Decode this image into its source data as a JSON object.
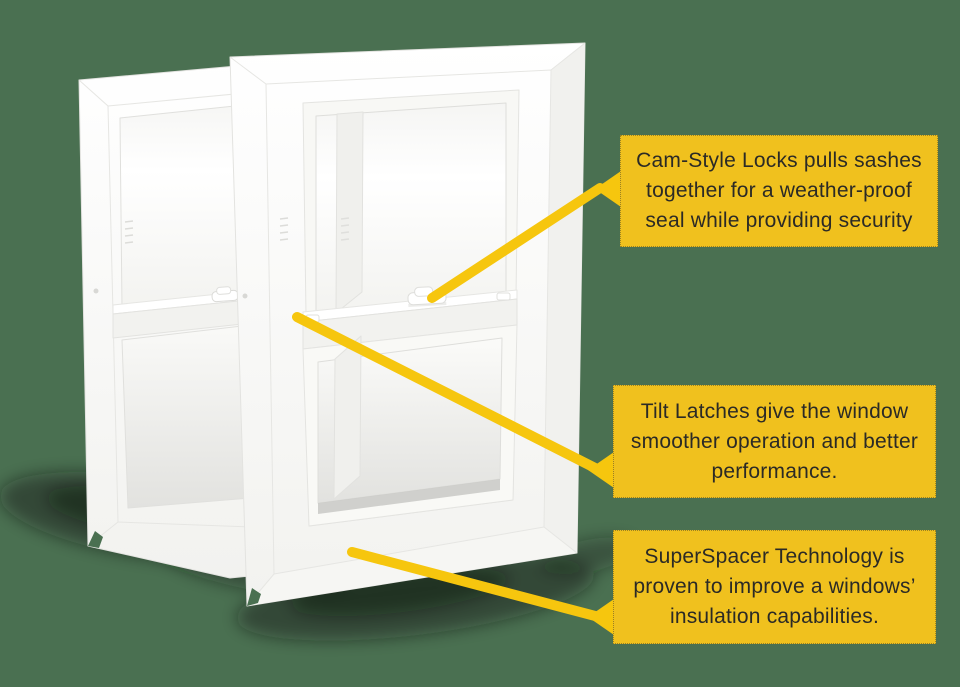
{
  "colors": {
    "background": "#4A7051",
    "callout_background": "#F0C11E",
    "callout_text": "#2B2A26",
    "leader_line": "#F6C60E",
    "window_white": "#FFFFFF"
  },
  "illustration": {
    "subject": "two-white-double-hung-windows",
    "features": [
      "cam-style-lock",
      "tilt-latch",
      "super-spacer"
    ]
  },
  "callouts": [
    {
      "id": "cam-style-locks",
      "text": "Cam-Style Locks pulls sashes together for a weather-proof seal while providing security"
    },
    {
      "id": "tilt-latches",
      "text": "Tilt Latches give the window smoother operation and better performance."
    },
    {
      "id": "super-spacer",
      "text": "SuperSpacer Technology is proven to improve a windows’ insulation capabilities."
    }
  ]
}
